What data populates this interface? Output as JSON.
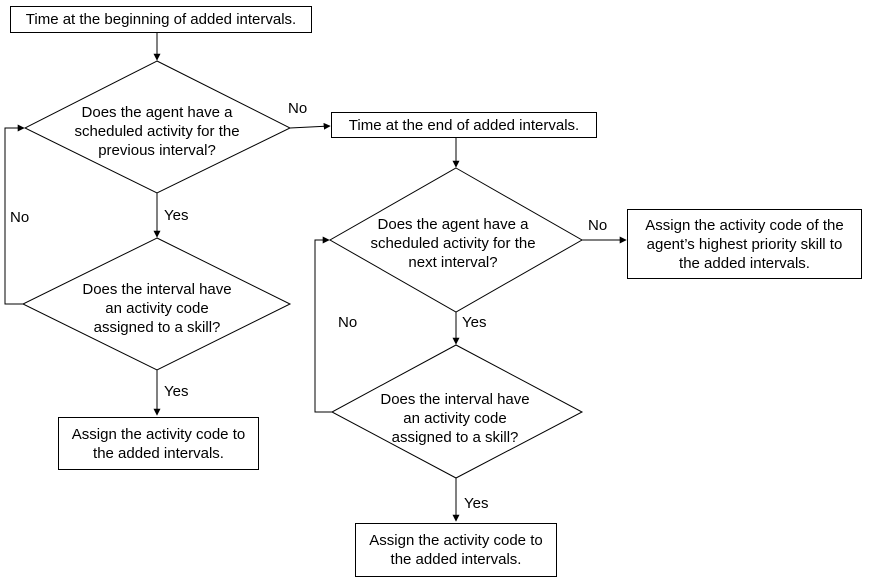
{
  "flow": {
    "start": "Time at the beginning of added intervals.",
    "left_q1": "Does the agent have a\nscheduled activity for the\nprevious interval?",
    "left_q2": "Does the interval have\nan activity code\nassigned to a skill?",
    "left_result": "Assign the activity code to\nthe added intervals.",
    "end_time": "Time at the end of added intervals.",
    "right_q1": "Does the agent have a\nscheduled activity for the\nnext interval?",
    "right_q2": "Does the interval have\nan activity code\nassigned to a skill?",
    "right_result": "Assign the activity code to\nthe added intervals.",
    "priority_result": "Assign the activity code of the\nagent’s highest priority skill to\nthe added intervals."
  },
  "labels": {
    "yes": "Yes",
    "no": "No"
  }
}
